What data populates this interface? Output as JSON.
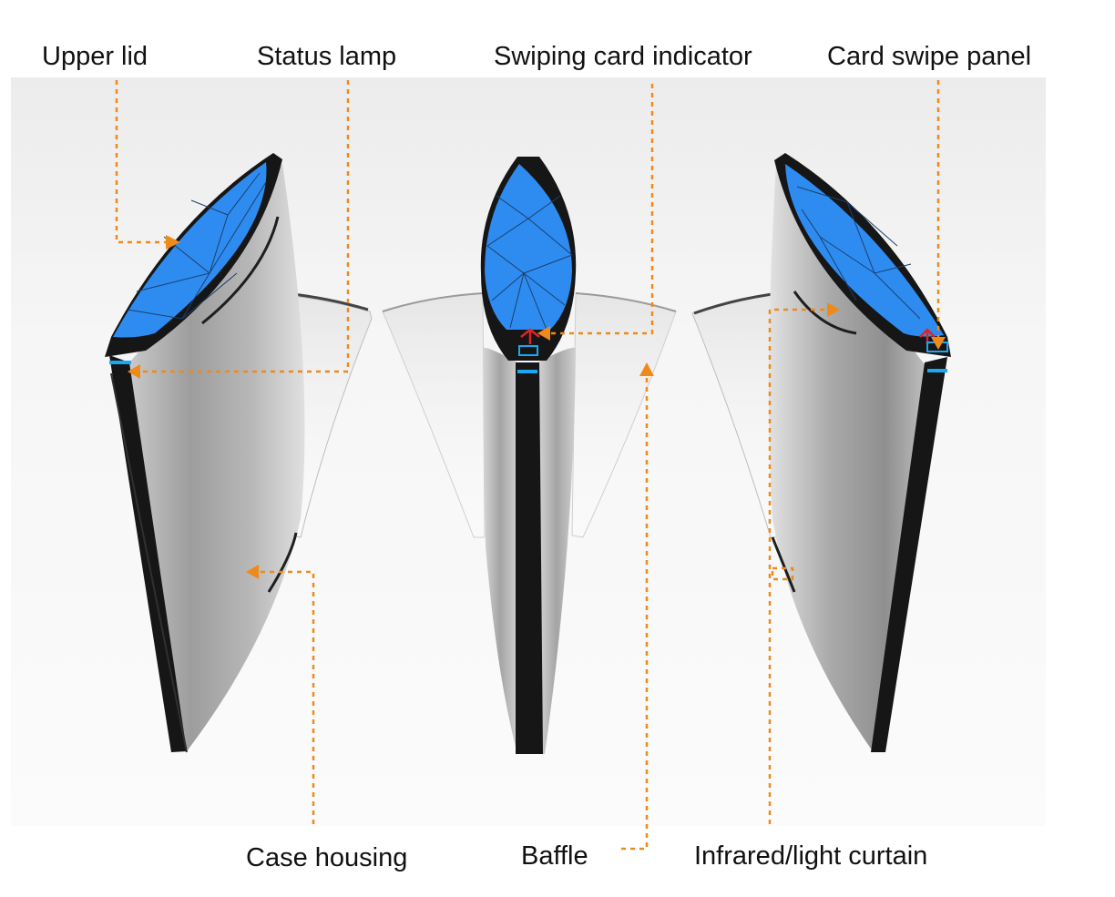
{
  "labels": {
    "upper_lid": "Upper lid",
    "status_lamp": "Status lamp",
    "swiping_card_indicator": "Swiping card indicator",
    "card_swipe_panel": "Card swipe panel",
    "case_housing": "Case housing",
    "baffle": "Baffle",
    "infrared_light_curtain": "Infrared/light curtain"
  },
  "colors": {
    "lid_blue": "#2e8cf0",
    "lamp_cyan": "#1aa8f2",
    "leader_orange": "#ee8a1a",
    "indicator_red": "#e02424",
    "frame_black": "#161616"
  }
}
